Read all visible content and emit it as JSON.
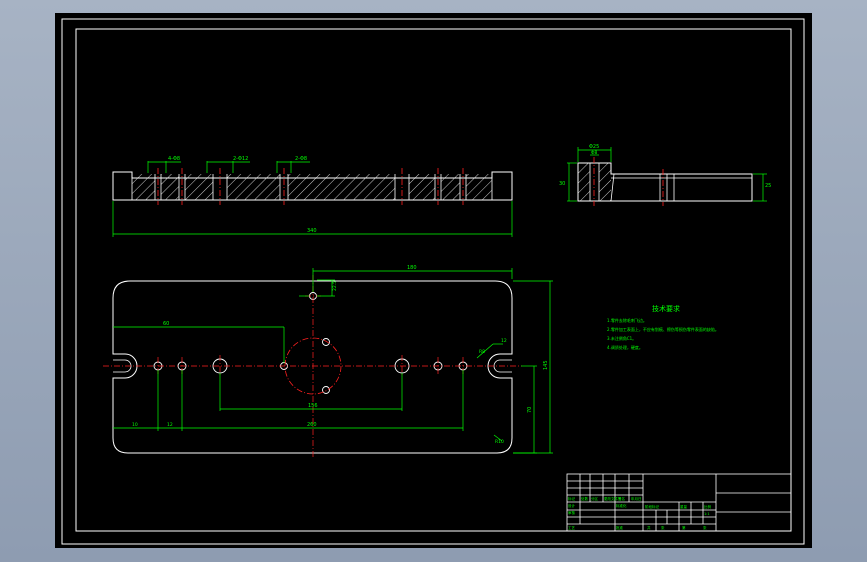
{
  "colors": {
    "background": "#000000",
    "outline": "#ffffff",
    "dimension": "#00ff00",
    "centerline": "#ff2020",
    "hatch": "#ffffff",
    "notes": "#00ff00"
  },
  "front_view": {
    "callouts": [
      "4-Φ8",
      "2-Φ12",
      "2-Φ8"
    ],
    "dim_overall_width": "340"
  },
  "side_view": {
    "dim_top": "Φ25",
    "dim_top_inner": "Φ8",
    "dim_height_left": "30",
    "dim_height_right": "25"
  },
  "plan_view": {
    "dim_top_width": "180",
    "dim_top_height": "22.5",
    "dim_left_offset": "60",
    "dim_right_height": "145",
    "dim_right_inner": "70",
    "dim_center_span": "156",
    "dim_bottom_total": "260",
    "dim_left_small": "10",
    "dim_left_small2": "12",
    "dim_right_radius": "R8",
    "dim_right_small": "12",
    "dim_corner": "R10"
  },
  "notes": {
    "title": "技术要求",
    "lines": [
      "1.零件去除毛刺飞边。",
      "2.零件加工表面上，不应有划痕、擦伤等损伤零件表面的缺陷。",
      "3.未注倒角C1。",
      "4.调质处理，硬度。"
    ]
  },
  "title_block": {
    "row_labels": [
      "标记",
      "处数",
      "分区",
      "更改文件号",
      "签名",
      "年月日"
    ],
    "design_label": "设计",
    "standard_label": "标准化",
    "stage_label": "阶段标记",
    "weight_label": "重量",
    "scale_label": "比例",
    "scale_value": "1:1",
    "sheet_label": "共",
    "sheet_label2": "张",
    "sheet_label3": "第",
    "sheet_label4": "张",
    "audit_label": "审核",
    "process_label": "工艺",
    "approve_label": "批准"
  }
}
